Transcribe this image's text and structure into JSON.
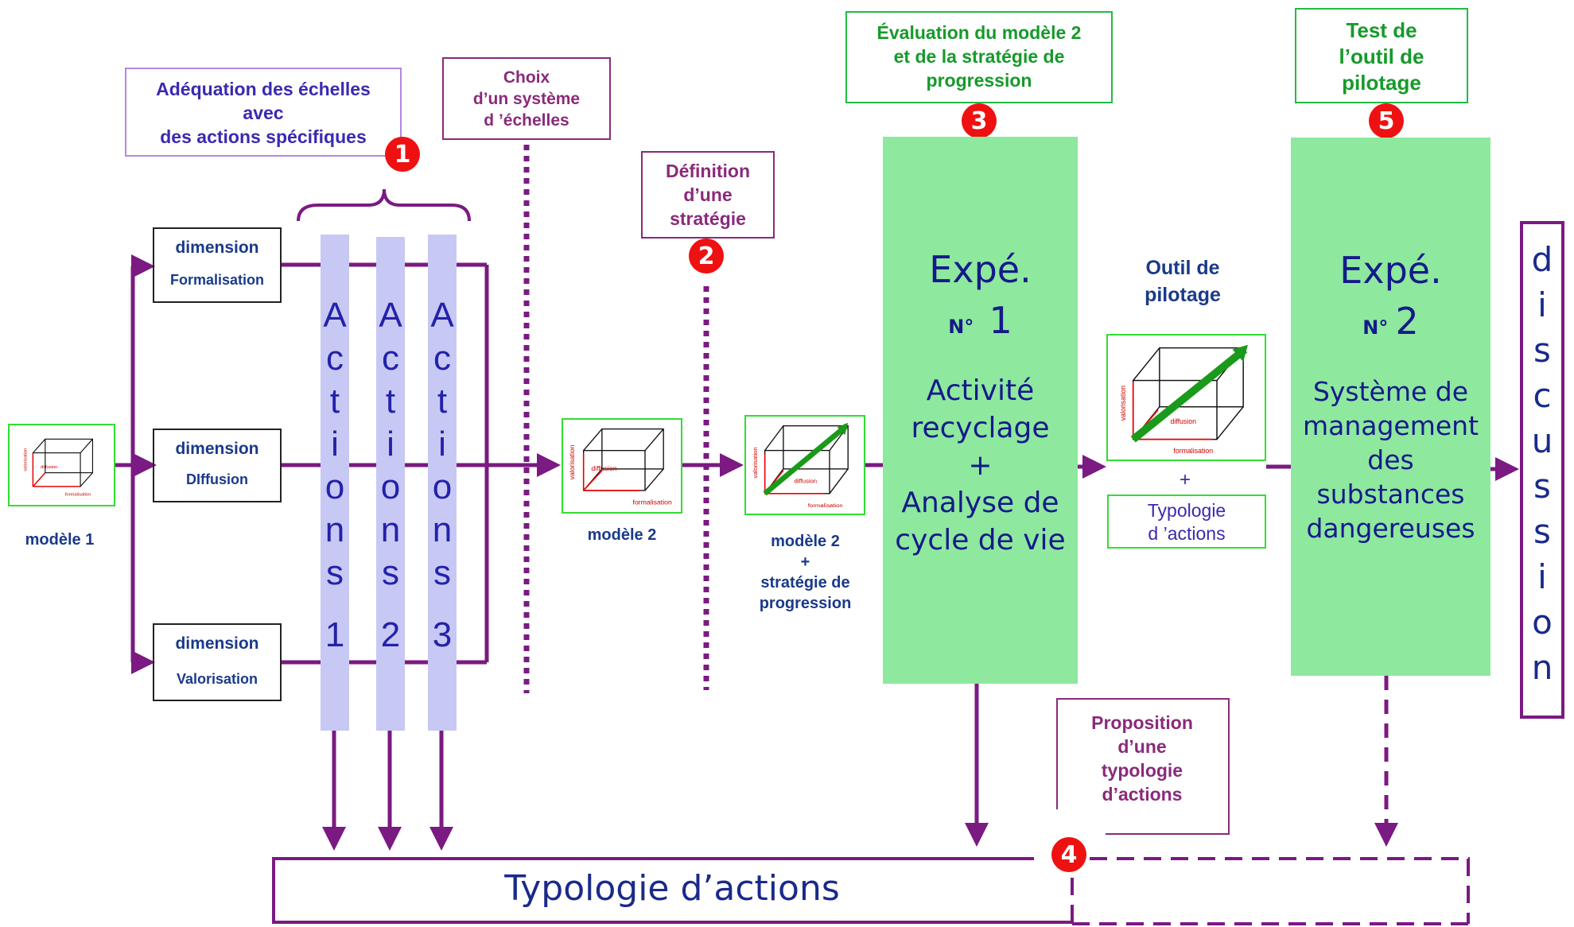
{
  "colors": {
    "purple": "#7a1a82",
    "blue_text": "#1a3a8a",
    "green_box": "#8ee89e",
    "action_bar": "#c8c8f4",
    "badge": "#e11111"
  },
  "top_labels": {
    "adequation": "Adéquation des échelles\navec\ndes actions spécifiques",
    "choix": "Choix\nd’un système\nd ’échelles",
    "definition": "Définition\nd’une\nstratégie",
    "evaluation": "Évaluation du modèle 2\net de la stratégie de\nprogression",
    "test": "Test de\nl’outil de\npilotage"
  },
  "badges": [
    "1",
    "2",
    "3",
    "4",
    "5"
  ],
  "dimensions": [
    {
      "title": "dimension",
      "name": "Formalisation"
    },
    {
      "title": "dimension",
      "name": "DIffusion"
    },
    {
      "title": "dimension",
      "name": "Valorisation"
    }
  ],
  "actions": [
    {
      "letters": [
        "A",
        "c",
        "t",
        "i",
        "o",
        "n",
        "s"
      ],
      "num": "1"
    },
    {
      "letters": [
        "A",
        "c",
        "t",
        "i",
        "o",
        "n",
        "s"
      ],
      "num": "2"
    },
    {
      "letters": [
        "A",
        "c",
        "t",
        "i",
        "o",
        "n",
        "s"
      ],
      "num": "3"
    }
  ],
  "cube_labels": {
    "valorisation": "valorisation",
    "diffusion": "diffusion",
    "formalisation": "formalisation"
  },
  "models": {
    "m1": "modèle 1",
    "m2": "modèle 2",
    "m2s": "modèle 2\n+\nstratégie de\nprogression"
  },
  "exp1": {
    "title": "Expé.",
    "no": "N°",
    "num": "1",
    "desc": "Activité\nrecyclage\n+\nAnalyse de\ncycle de vie"
  },
  "exp2": {
    "title": "Expé.",
    "no": "N°",
    "num": "2",
    "desc": "Système de\nmanagement\ndes\nsubstances\ndangereuses"
  },
  "outil": {
    "title": "Outil de\npilotage",
    "plus": "+",
    "typologie": "Typologie\nd ’actions"
  },
  "proposition": "Proposition\nd’une\ntypologie\nd’actions",
  "discussion": [
    "d",
    "i",
    "s",
    "c",
    "u",
    "s",
    "s",
    "i",
    "o",
    "n"
  ],
  "bottom": "Typologie d’actions"
}
